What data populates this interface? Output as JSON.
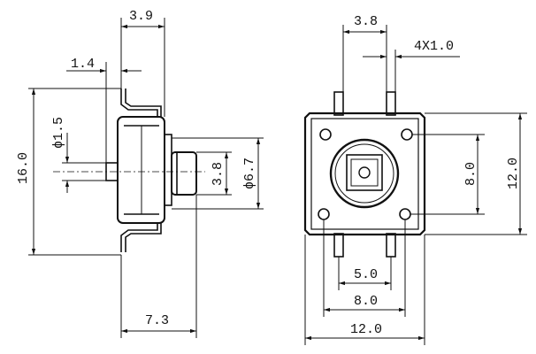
{
  "side_view": {
    "labels": {
      "top_width": "3.9",
      "lead_offset": "1.4",
      "pin_diameter": "ϕ1.5",
      "total_height": "16.0",
      "plunger_height": "3.8",
      "body_diameter": "ϕ6.7",
      "bottom_width": "7.3"
    }
  },
  "top_view": {
    "labels": {
      "top_spacing": "3.8",
      "hole_callout": "4X1.0",
      "hole_pitch_v": "8.0",
      "body_height": "12.0",
      "pin_pitch": "5.0",
      "hole_pitch_h": "8.0",
      "body_width": "12.0"
    }
  }
}
